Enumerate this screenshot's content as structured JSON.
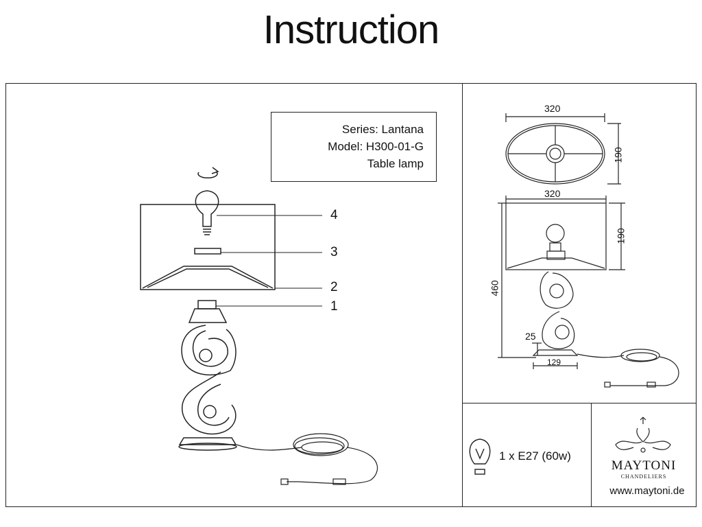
{
  "header": {
    "title": "Instruction"
  },
  "info": {
    "series": "Series: Lantana",
    "model": "Model: H300-01-G",
    "type": "Table lamp"
  },
  "parts": [
    "4",
    "3",
    "2",
    "1"
  ],
  "dimensions": {
    "top_width": "320",
    "top_depth": "190",
    "side_width": "320",
    "shade_height": "190",
    "total_height": "460",
    "base_height": "25",
    "base_width": "129"
  },
  "spec": {
    "bulb": "1 x E27 (60w)"
  },
  "brand": {
    "name": "MAYTONI",
    "subtitle": "CHANDELIERS",
    "url": "www.maytoni.de"
  }
}
